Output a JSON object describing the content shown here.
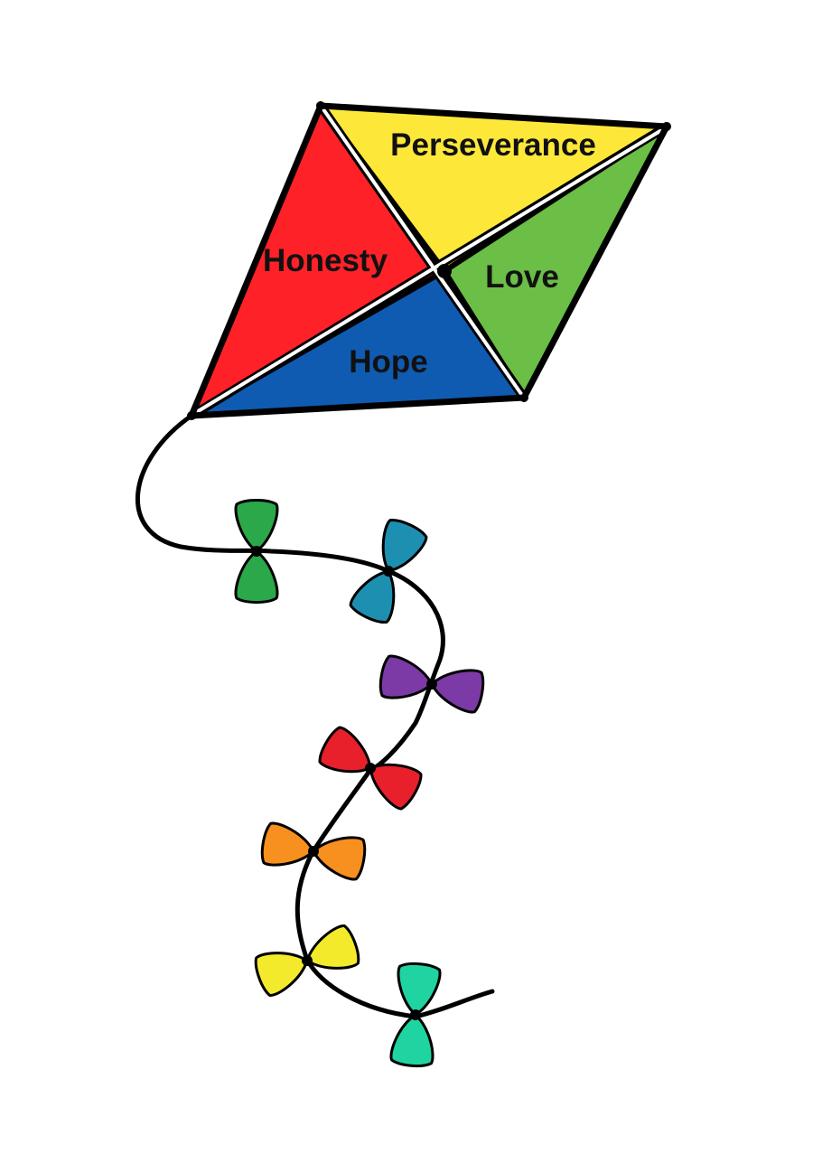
{
  "kite": {
    "panels": [
      {
        "id": "top",
        "label": "Perseverance",
        "color": "#FDE83A"
      },
      {
        "id": "left",
        "label": "Honesty",
        "color": "#FF2128"
      },
      {
        "id": "right",
        "label": "Love",
        "color": "#6BBE46"
      },
      {
        "id": "bottom",
        "label": "Hope",
        "color": "#0F5BB1"
      }
    ]
  },
  "tail": {
    "bow_colors": [
      "#2AA84A",
      "#1D8FB0",
      "#7B3AA6",
      "#E8202C",
      "#F7901E",
      "#F4EA2C",
      "#1FD4A0"
    ]
  }
}
